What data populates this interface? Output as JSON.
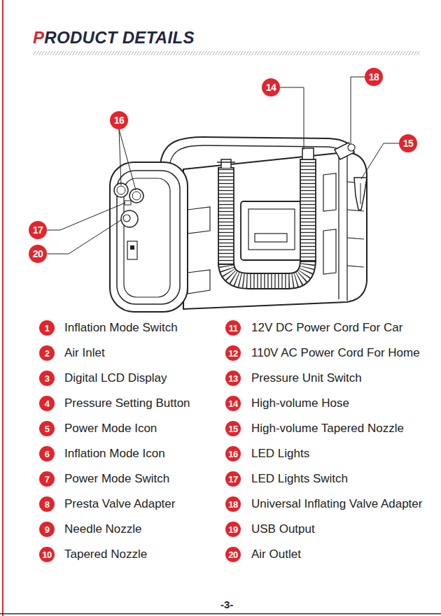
{
  "diagram": {
    "title": "PRODUCT DETAILS",
    "nodes": [
      {
        "text": [
          "18"
        ]
      },
      {
        "text": [
          "14"
        ]
      },
      {
        "text": [
          "16"
        ]
      },
      {
        "text": [
          "15"
        ]
      },
      {
        "text": [
          "17"
        ]
      },
      {
        "text": [
          "20"
        ]
      },
      {
        "text": [
          "1"
        ]
      },
      {
        "text": [
          "2"
        ]
      },
      {
        "text": [
          "3"
        ]
      },
      {
        "text": [
          "4"
        ]
      },
      {
        "text": [
          "5"
        ]
      },
      {
        "text": [
          "6"
        ]
      },
      {
        "text": [
          "7"
        ]
      },
      {
        "text": [
          "8"
        ]
      },
      {
        "text": [
          "9"
        ]
      },
      {
        "text": [
          "10"
        ]
      },
      {
        "text": [
          "11"
        ]
      },
      {
        "text": [
          "12"
        ]
      },
      {
        "text": [
          "13"
        ]
      },
      {
        "text": [
          "14"
        ]
      },
      {
        "text": [
          "15"
        ]
      },
      {
        "text": [
          "16"
        ]
      },
      {
        "text": [
          "17"
        ]
      },
      {
        "text": [
          "18"
        ]
      },
      {
        "text": [
          "19"
        ]
      },
      {
        "text": [
          "20"
        ]
      }
    ],
    "labels": [
      "Inflation Mode Switch",
      "Air Inlet",
      "Digital LCD Display",
      "Pressure Setting Button",
      "Power Mode Icon",
      "Inflation Mode Icon",
      "Power Mode Switch",
      "Presta Valve Adapter",
      "Needle Nozzle",
      "Tapered Nozzle",
      "12V DC Power Cord For Car",
      "110V AC Power Cord For Home",
      "Pressure Unit Switch",
      "High-volume Hose",
      "High-volume Tapered Nozzle",
      "LED Lights",
      "LED Lights Switch",
      "Universal Inflating Valve Adapter",
      "USB Output",
      "Air Outlet",
      "-3-"
    ]
  }
}
